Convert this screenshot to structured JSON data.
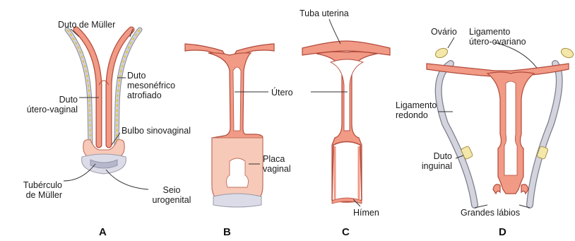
{
  "colors": {
    "tissue": "#f19a86",
    "tissue_light": "#f7c9b8",
    "tissue_pale": "#fbe3d6",
    "outline": "#b24a3a",
    "duct_gray": "#c8c8d2",
    "duct_dash": "#e2c01c",
    "sinus": "#d9d9e8",
    "ovary": "#f3e7a9",
    "leader": "#333333"
  },
  "panels": [
    {
      "letter": "A"
    },
    {
      "letter": "B"
    },
    {
      "letter": "C"
    },
    {
      "letter": "D"
    }
  ],
  "labels": {
    "duto_muller": "Duto de Müller",
    "duto_mesonefrico_1": "Duto",
    "duto_mesonefrico_2": "mesonéfrico",
    "duto_mesonefrico_3": "atrofiado",
    "duto_utero_vaginal_1": "Duto",
    "duto_utero_vaginal_2": "útero-vaginal",
    "bulbo_sinovaginal": "Bulbo sinovaginal",
    "tuberculo_muller_1": "Tubérculo",
    "tuberculo_muller_2": "de Müller",
    "seio_urogenital_1": "Seio",
    "seio_urogenital_2": "urogenital",
    "tuba_uterina": "Tuba uterina",
    "utero": "Útero",
    "placa_vaginal_1": "Placa",
    "placa_vaginal_2": "vaginal",
    "himen": "Hímen",
    "ovario": "Ovário",
    "ligamento_utero_ovariano_1": "Ligamento",
    "ligamento_utero_ovariano_2": "útero-ovariano",
    "ligamento_redondo_1": "Ligamento",
    "ligamento_redondo_2": "redondo",
    "duto_inguinal_1": "Duto",
    "duto_inguinal_2": "inguinal",
    "grandes_labios": "Grandes lábios"
  }
}
